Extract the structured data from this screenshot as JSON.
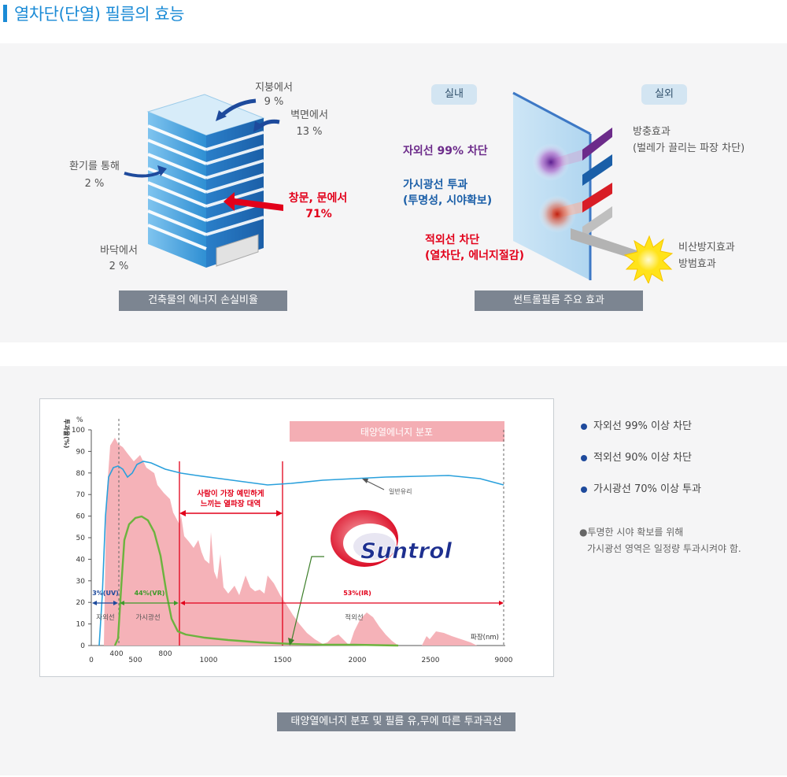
{
  "title": "열차단(단열) 필름의 효능",
  "building": {
    "roof": {
      "label": "지붕에서",
      "pct": "9 %"
    },
    "wall": {
      "label": "벽면에서",
      "pct": "13 %"
    },
    "vent": {
      "label": "환기를 통해",
      "pct": "2 %"
    },
    "window": {
      "label": "창문, 문에서",
      "pct": "71%"
    },
    "floor": {
      "label": "바닥에서",
      "pct": "2 %"
    },
    "caption": "건축물의 에너지 손실비율"
  },
  "film": {
    "indoor": "실내",
    "outdoor": "실외",
    "uv": "자외선 99% 차단",
    "visible1": "가시광선 투과",
    "visible2": "(투명성, 시야확보)",
    "ir1": "적외선 차단",
    "ir2": "(열차단, 에너지절감)",
    "insect1": "방충효과",
    "insect2": "(벌레가 끌리는 파장 차단)",
    "shatter1": "비산방지효과",
    "shatter2": "방범효과",
    "caption": "썬트롤필름 주요 효과"
  },
  "chart": {
    "banner": "태양열에너지 분포",
    "y_title": "투과율(%)",
    "y_unit": "%",
    "y_ticks": [
      "100",
      "90",
      "80",
      "70",
      "60",
      "50",
      "40",
      "30",
      "20",
      "10",
      "0"
    ],
    "x_ticks": [
      "0",
      "400",
      "500",
      "800",
      "1000",
      "1500",
      "2000",
      "2500",
      "9000"
    ],
    "x_unit": "파장(nm)",
    "glass_label": "일반유리",
    "sensitive1": "사람이 가장 예민하게",
    "sensitive2": "느끼는 열파장 대역",
    "uv_pct": "3%(UV)",
    "vr_pct": "44%(VR)",
    "ir_pct": "53%(IR)",
    "uv_name": "자외선",
    "vr_name": "가시광선",
    "ir_name": "적외선",
    "logo": "Suntrol",
    "caption": "태양열에너지 분포 및 필름 유,무에 따른 투과곡선"
  },
  "bullets": [
    "자외선 99% 이상 차단",
    "적외선 90% 이상 차단",
    "가시광선 70% 이상 투과"
  ],
  "note1": "●투명한 시야 확보를 위해",
  "note2": "가시광선 영역은 일정량 투과시켜야 함.",
  "colors": {
    "accent": "#1b8bd6",
    "red": "#e2001a",
    "solar": "#f4aeb4",
    "glass": "#2aa0dc",
    "film": "#6cb33e",
    "navy": "#1e4a9c"
  }
}
